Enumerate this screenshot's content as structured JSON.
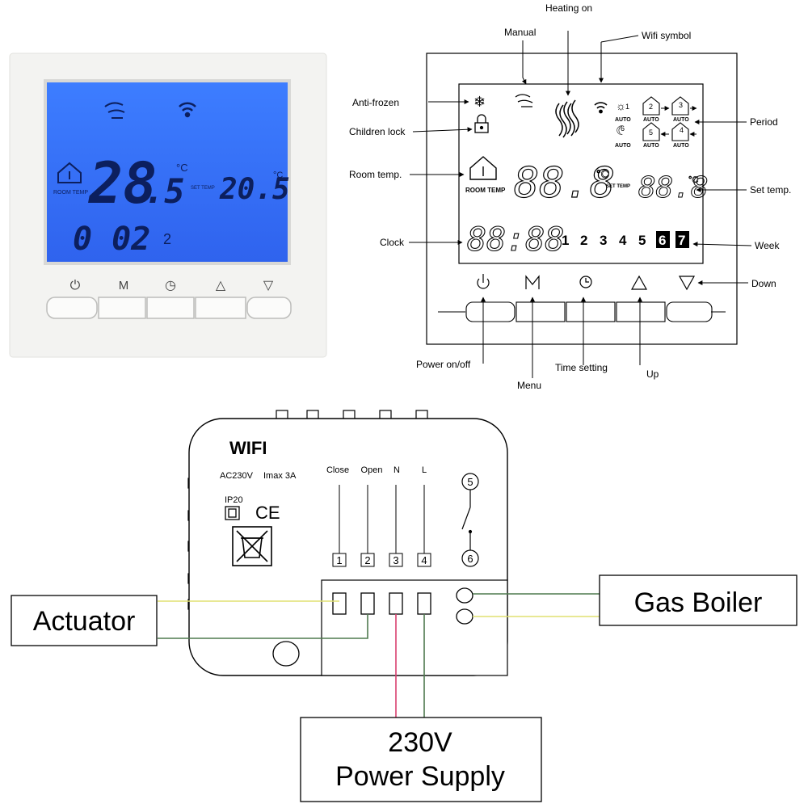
{
  "device_photo": {
    "screen": {
      "room_temp_label": "ROOM TEMP",
      "room_temp_int": "28",
      "room_temp_dec": ".5",
      "room_unit": "°C",
      "set_temp_label": "SET TEMP",
      "set_temp": "20.5",
      "set_unit": "°C",
      "clock": "0 02",
      "week_day": "2"
    },
    "button_labels": [
      "⏻",
      "M",
      "◷",
      "△",
      "▽"
    ]
  },
  "lcd_diagram": {
    "callouts": {
      "heating_on": "Heating on",
      "manual": "Manual",
      "wifi_symbol": "Wifi symbol",
      "anti_frozen": "Anti-frozen",
      "children_lock": "Children lock",
      "room_temp": "Room temp.",
      "clock": "Clock",
      "period": "Period",
      "set_temp": "Set temp.",
      "week": "Week",
      "down": "Down",
      "power": "Power on/off",
      "menu": "Menu",
      "time_setting": "Time setting",
      "up": "Up"
    },
    "screen": {
      "room_temp_label": "ROOM TEMP",
      "set_temp_label": "SET TEMP",
      "temp_digits": "88.8",
      "set_digits": "88.8",
      "clock_digits": "88:88",
      "unit": "°C",
      "auto": "AUTO",
      "period_numbers": [
        "1",
        "2",
        "3",
        "4",
        "5",
        "6"
      ],
      "week_days": [
        "1",
        "2",
        "3",
        "4",
        "5",
        "6",
        "7"
      ]
    }
  },
  "wiring": {
    "title": "WIFI",
    "rating_voltage": "AC230V",
    "rating_current": "Imax 3A",
    "ip_rating": "IP20",
    "ce_mark": "CE",
    "terminal_labels": [
      "Close",
      "Open",
      "N",
      "L"
    ],
    "terminal_numbers": [
      "1",
      "2",
      "3",
      "4"
    ],
    "relay_numbers": [
      "5",
      "6"
    ],
    "actuator": "Actuator",
    "gas_boiler": "Gas Boiler",
    "power_supply_line1": "230V",
    "power_supply_line2": "Power Supply",
    "wire_colors": {
      "yellow": "#e0e070",
      "green": "#4f7a4f",
      "red": "#d94070"
    }
  }
}
